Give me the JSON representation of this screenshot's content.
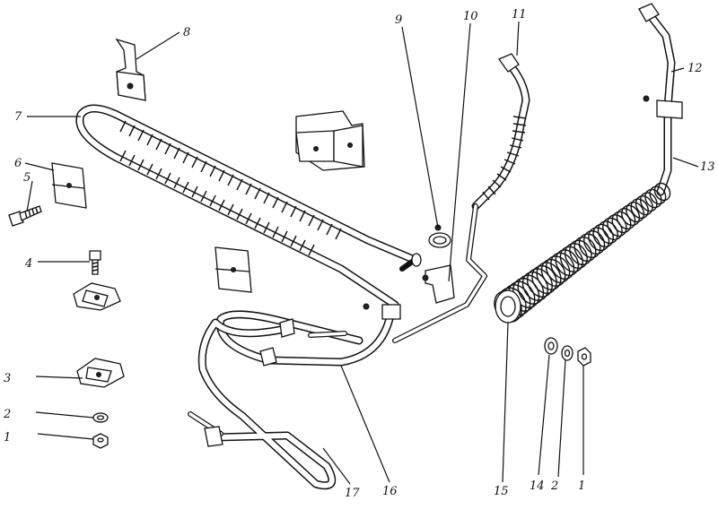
{
  "figure": {
    "callouts": [
      {
        "id": "c1a",
        "label": "1"
      },
      {
        "id": "c2a",
        "label": "2"
      },
      {
        "id": "c3",
        "label": "3"
      },
      {
        "id": "c4",
        "label": "4"
      },
      {
        "id": "c5",
        "label": "5"
      },
      {
        "id": "c6",
        "label": "6"
      },
      {
        "id": "c7",
        "label": "7"
      },
      {
        "id": "c8",
        "label": "8"
      },
      {
        "id": "c9",
        "label": "9"
      },
      {
        "id": "c10",
        "label": "10"
      },
      {
        "id": "c11",
        "label": "11"
      },
      {
        "id": "c12",
        "label": "12"
      },
      {
        "id": "c13",
        "label": "13"
      },
      {
        "id": "c14",
        "label": "14"
      },
      {
        "id": "c2b",
        "label": "2"
      },
      {
        "id": "c1b",
        "label": "1"
      },
      {
        "id": "c15",
        "label": "15"
      },
      {
        "id": "c16",
        "label": "16"
      },
      {
        "id": "c17",
        "label": "17"
      }
    ]
  }
}
